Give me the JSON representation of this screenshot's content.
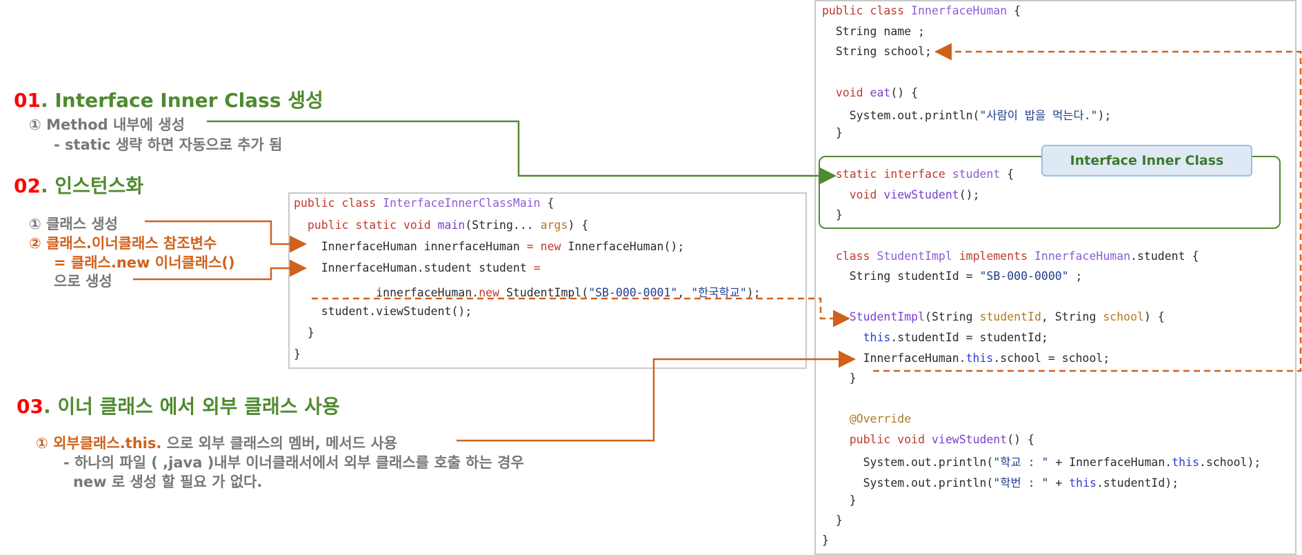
{
  "sections": {
    "s1": {
      "num": "01",
      "title": ". Interface Inner Class  생성",
      "note1": "①  Method 내부에 생성",
      "note2": "- static 생략 하면 자동으로 추가 됨"
    },
    "s2": {
      "num": "02",
      "title": ". 인스턴스화",
      "note1": "①  클래스 생성",
      "note2": "②  클래스.이너클래스 참조변수",
      "note3": "= 클래스.new 이너클래스()",
      "note4": "으로 생성"
    },
    "s3": {
      "num": "03",
      "title": ". 이너 클래스 에서 외부 클래스 사용",
      "note1a": "①  외부클래스.this.",
      "note1b": " 으로 외부 클래스의 멤버, 메서드 사용",
      "note2": "- 하나의 파일 ( ,java )내부 이너클래서에서 외부 클래스를 호출 하는 경우",
      "note3": "new 로 생성 할 필요 가 없다."
    }
  },
  "label_box": "Interface Inner Class",
  "main_code": [
    "public class InterfaceInnerClassMain {",
    "  public static void main(String... args) {",
    "    InnerfaceHuman innerfaceHuman = new InnerfaceHuman();",
    "    InnerfaceHuman.student student =",
    "            innerfaceHuman.new StudentImpl(\"SB-000-0001\", \"한국학교\");",
    "    student.viewStudent();",
    "  }",
    "}"
  ],
  "human_code": [
    "public class InnerfaceHuman {",
    "  String name ;",
    "  String school;",
    "",
    "  void eat() {",
    "    System.out.println(\"사람이 밥을 먹는다.\");",
    "  }",
    "",
    "  static interface student {",
    "    void viewStudent();",
    "  }",
    "",
    "  class StudentImpl implements InnerfaceHuman.student {",
    "    String studentId = \"SB-000-0000\" ;",
    "",
    "    StudentImpl(String studentId, String school) {",
    "      this.studentId = studentId;",
    "      InnerfaceHuman.this.school = school;",
    "    }",
    "",
    "    @Override",
    "    public void viewStudent() {",
    "      System.out.println(\"학교 : \" + InnerfaceHuman.this.school);",
    "      System.out.println(\"학번 : \" + this.studentId);",
    "    }",
    "  }",
    "}"
  ],
  "colors": {
    "green": "#4f8a2f",
    "orange": "#d0611a",
    "red": "#ff0000",
    "gray": "#777777"
  }
}
